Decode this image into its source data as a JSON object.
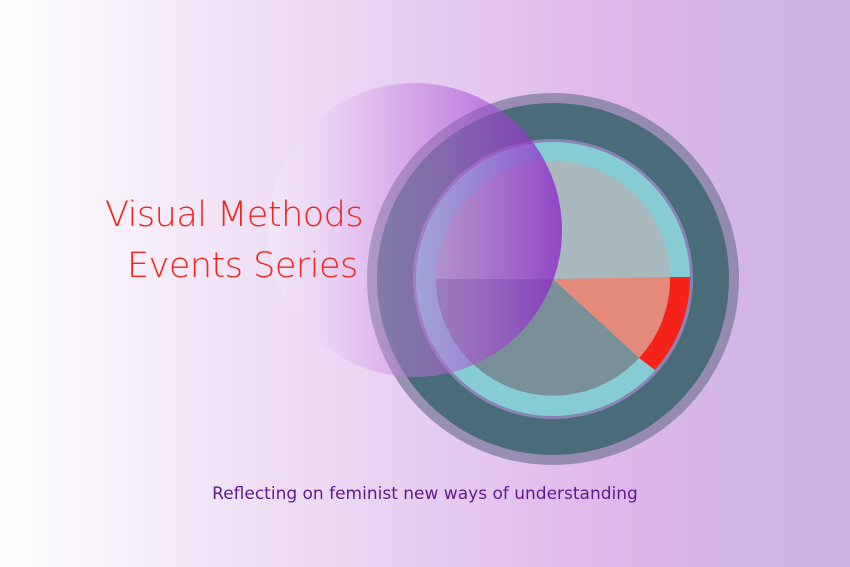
{
  "title": {
    "line1": "Visual Methods",
    "line2": "Events Series"
  },
  "tagline": "Reflecting on feminist new ways of understanding",
  "colors": {
    "title": "#f0231d",
    "tagline": "#5c1a8c",
    "outer_ring": "#4a6b78",
    "inner_ring": "#85ccd3",
    "pie_grey": "#aab9bd",
    "pie_slate": "#7a9098",
    "pie_salmon": "#e48a7a",
    "accent_red": "#f5221a",
    "overlay_purple": "#a142d0"
  },
  "icons": {
    "graphic": "circle-pie-overlap-graphic"
  }
}
